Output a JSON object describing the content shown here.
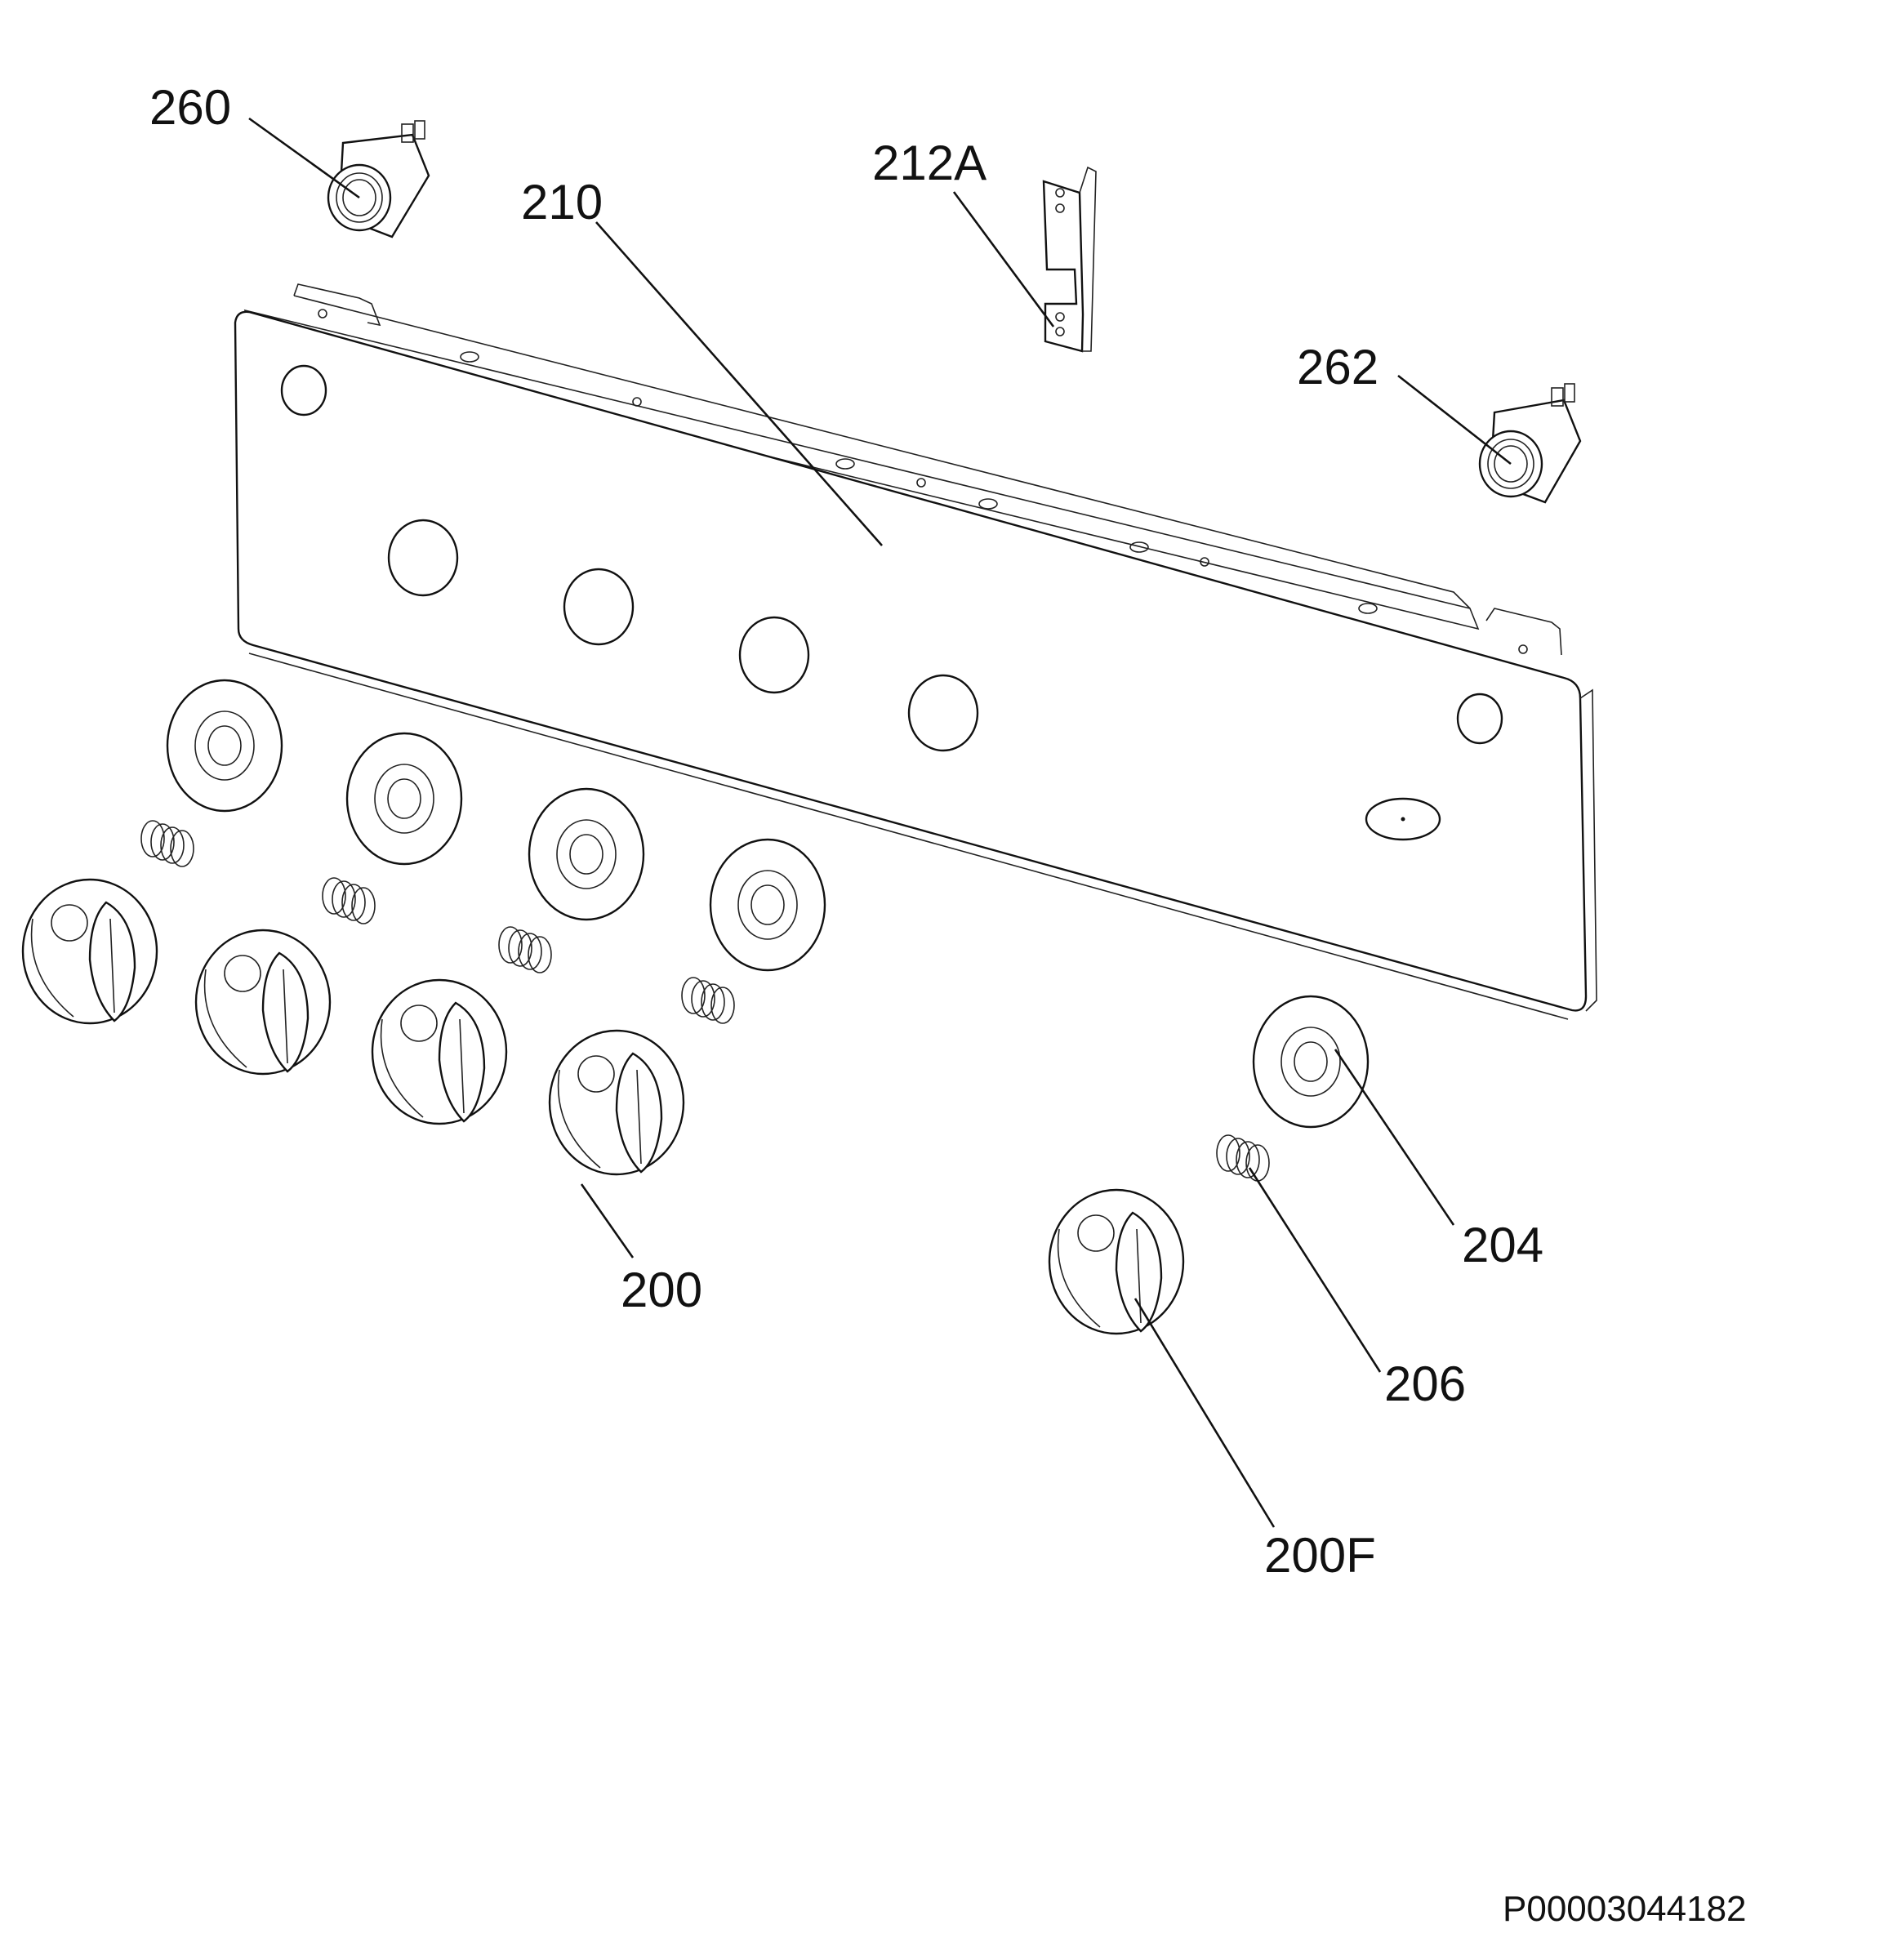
{
  "diagram": {
    "labels": {
      "p260": "260",
      "p210": "210",
      "p212a": "212A",
      "p262": "262",
      "p204": "204",
      "p200": "200",
      "p206": "206",
      "p200f": "200F"
    },
    "drawing_code": "P00003044182"
  },
  "colors": {
    "line": "#111111",
    "background": "#ffffff"
  }
}
